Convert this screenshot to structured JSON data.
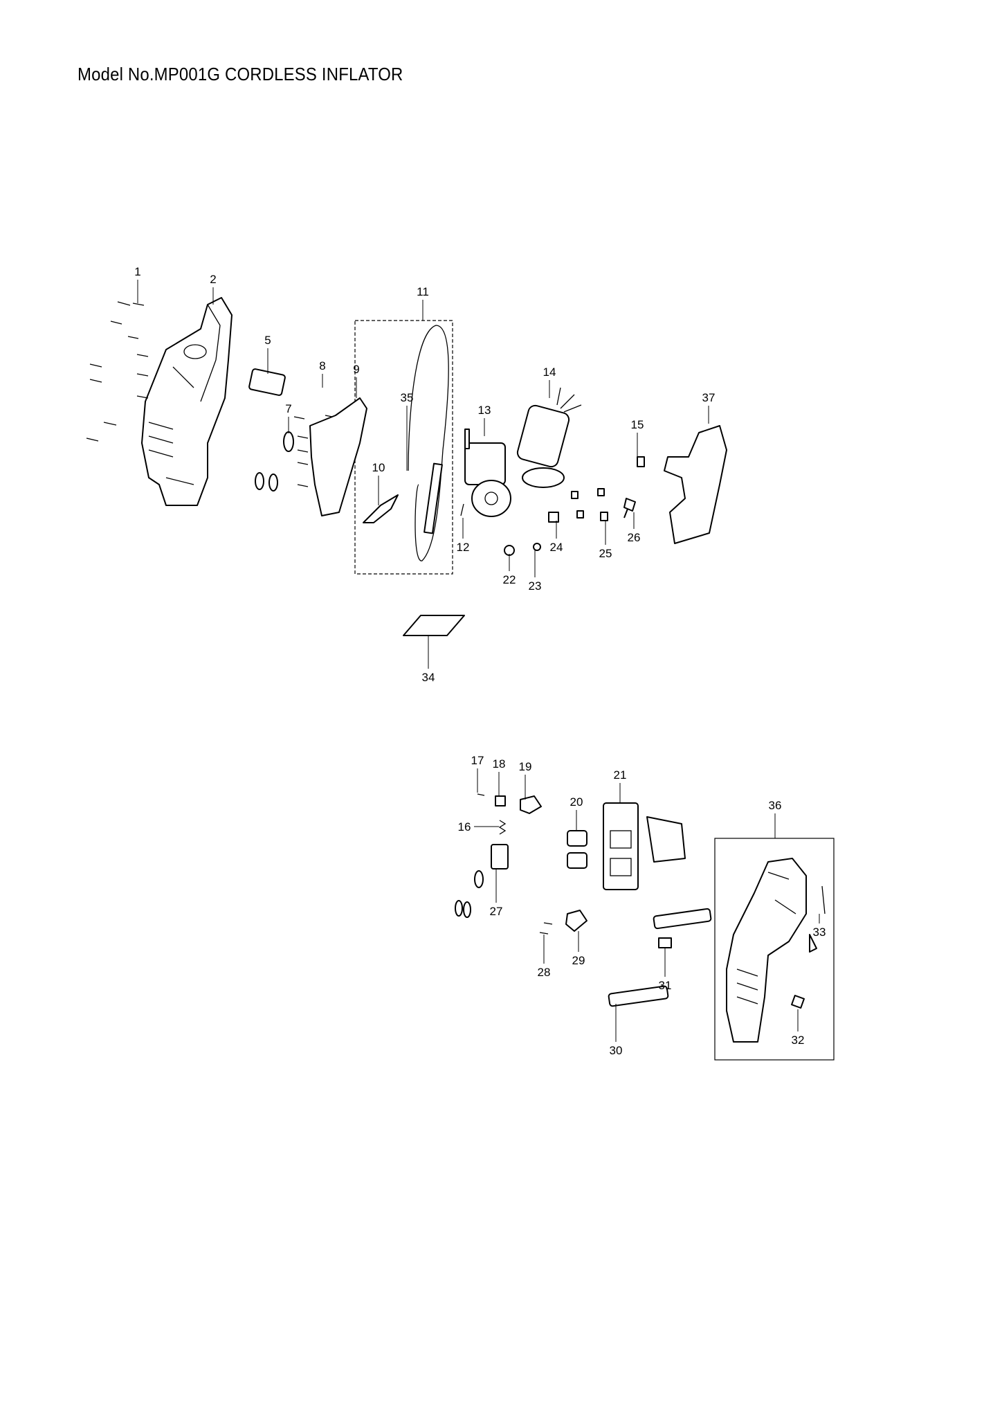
{
  "title": "Model No.MP001G CORDLESS INFLATOR",
  "parts": {
    "labels": [
      "1",
      "2",
      "5",
      "7",
      "8",
      "9",
      "10",
      "11",
      "12",
      "13",
      "14",
      "15",
      "22",
      "23",
      "24",
      "25",
      "26",
      "34",
      "35",
      "37",
      "16",
      "17",
      "18",
      "19",
      "20",
      "21",
      "27",
      "28",
      "29",
      "30",
      "31",
      "32",
      "33",
      "36"
    ]
  }
}
